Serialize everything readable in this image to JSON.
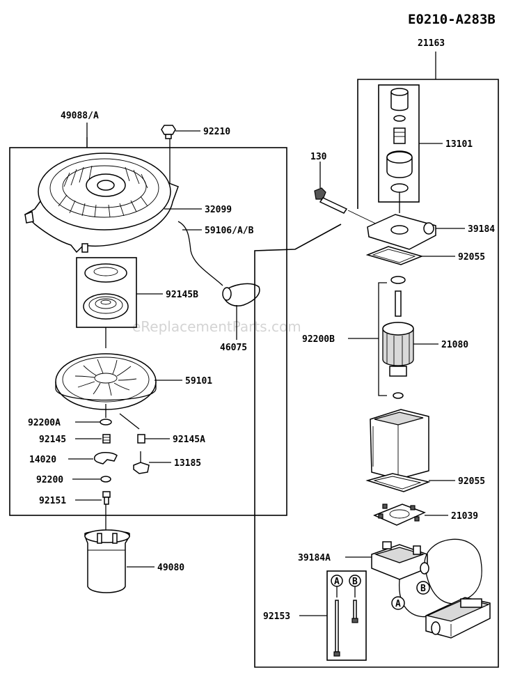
{
  "diagram_code": "E0210-A283B",
  "watermark": "eReplacementParts.com",
  "labels": {
    "l_49088": "49088/A",
    "l_92210": "92210",
    "l_32099": "32099",
    "l_59106": "59106/A/B",
    "l_92145B": "92145B",
    "l_46075": "46075",
    "l_59101": "59101",
    "l_92200A": "92200A",
    "l_92145": "92145",
    "l_92145A": "92145A",
    "l_14020": "14020",
    "l_13185": "13185",
    "l_92200": "92200",
    "l_92151": "92151",
    "l_49080": "49080",
    "l_21163": "21163",
    "l_13101": "13101",
    "l_130": "130",
    "l_39184": "39184",
    "l_92055a": "92055",
    "l_92200B": "92200B",
    "l_21080": "21080",
    "l_92055b": "92055",
    "l_21039": "21039",
    "l_39184A": "39184A",
    "l_92153": "92153"
  },
  "callouts": {
    "a": "A",
    "b": "B"
  }
}
